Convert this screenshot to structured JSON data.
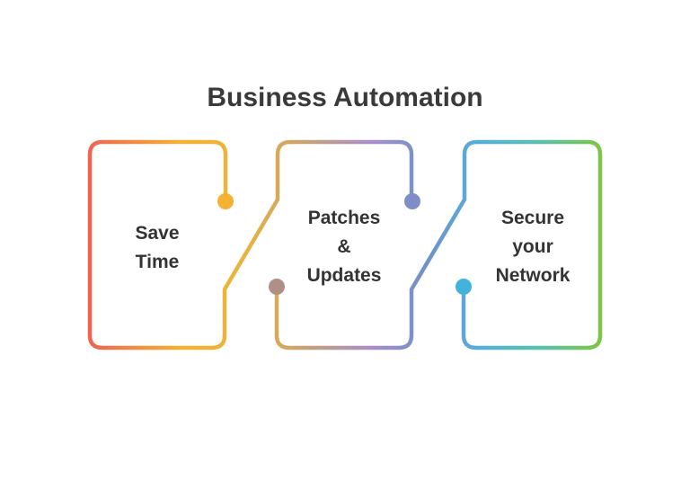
{
  "title": "Business Automation",
  "steps": [
    {
      "lines": [
        "Save",
        "Time"
      ]
    },
    {
      "lines": [
        "Patches",
        "&",
        "Updates"
      ]
    },
    {
      "lines": [
        "Secure",
        "your",
        "Network"
      ]
    }
  ],
  "colors": {
    "gradient_stops": [
      "#ee6553",
      "#f4b233",
      "#e8b43e",
      "#c8a273",
      "#a98fc9",
      "#6f91c8",
      "#56aedb",
      "#5bbfb0",
      "#7dc544"
    ],
    "dot_1": "#f4b233",
    "dot_2": "#7f8dc8",
    "dot_3": "#b08f86",
    "dot_4": "#43b2dc",
    "title": "#3a3a3a",
    "text": "#333333"
  }
}
